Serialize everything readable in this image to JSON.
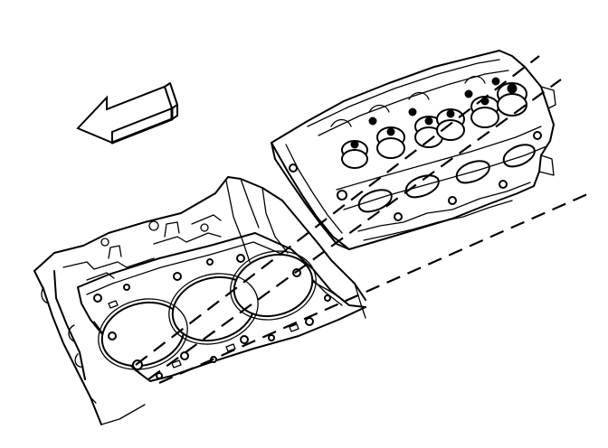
{
  "diagram": {
    "direction_arrow": {
      "icon": "front-direction-arrow-icon",
      "points": "front"
    },
    "parts": [
      {
        "name": "cylinder-head",
        "icon": "cylinder-head-icon"
      },
      {
        "name": "head-gasket",
        "icon": "head-gasket-icon"
      },
      {
        "name": "engine-block",
        "icon": "engine-block-icon"
      }
    ],
    "cylinder_bores_visible": 3,
    "alignment_guides": 3,
    "colors": {
      "line": "#000000",
      "background": "#ffffff"
    }
  }
}
